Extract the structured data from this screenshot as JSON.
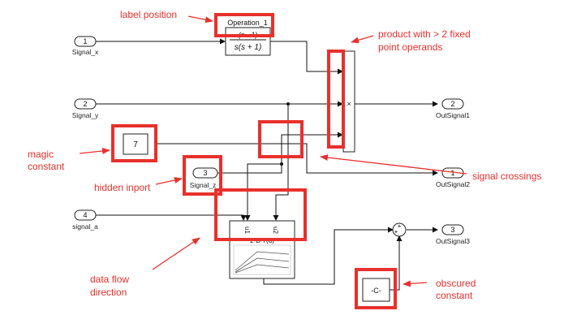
{
  "blocks": {
    "inport_1": {
      "number": "1",
      "label": "Signal_x"
    },
    "inport_2": {
      "number": "2",
      "label": "Signal_y"
    },
    "inport_3": {
      "number": "3",
      "label": "Signal_z"
    },
    "inport_4": {
      "number": "4",
      "label": "signal_a"
    },
    "outport_1": {
      "number": "2",
      "label": "OutSignal1"
    },
    "outport_2": {
      "number": "1",
      "label": "OutSignal2"
    },
    "outport_3": {
      "number": "3",
      "label": "OutSignal3"
    },
    "transfer_fcn": {
      "name": "Operation_1",
      "numerator": "(s - 1)",
      "denominator": "s(s + 1)"
    },
    "constant_magic": {
      "value": "7"
    },
    "constant_obscured": {
      "value": "-C-"
    },
    "lookup_2d": {
      "input_u1": "u1",
      "input_u2": "u2",
      "title": "2-D T(u)"
    },
    "product": {
      "sign": "×"
    },
    "sum": {
      "sign_top": "+",
      "sign_left": "+"
    }
  },
  "annotations": {
    "label_position": "label position",
    "product_line1": "product with > 2 fixed",
    "product_line2": "point operands",
    "magic_line1": "magic",
    "magic_line2": "constant",
    "hidden_inport": "hidden inport",
    "signal_crossings": "signal crossings",
    "data_flow_line1": "data flow",
    "data_flow_line2": "direction",
    "obscured_line1": "obscured",
    "obscured_line2": "constant"
  },
  "colors": {
    "annotation": "#e8302c",
    "block_stroke": "#222222",
    "signal": "#111111"
  }
}
